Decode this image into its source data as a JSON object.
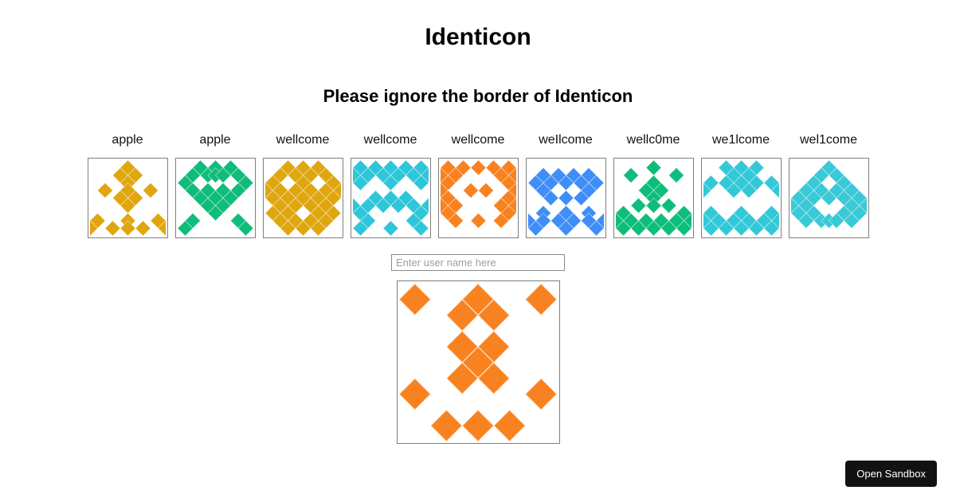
{
  "title": "Identicon",
  "subtitle": "Please ignore the border of Identicon",
  "input": {
    "placeholder": "Enter user name here"
  },
  "sandbox_button": {
    "label": "Open Sandbox"
  },
  "box_border_color": "#7f7f7f",
  "icons": [
    {
      "label": "apple",
      "color": "#DFA60F",
      "cells": [
        [
          5,
          1
        ],
        [
          4,
          2
        ],
        [
          6,
          2
        ],
        [
          5,
          3
        ],
        [
          2,
          4
        ],
        [
          8,
          4
        ],
        [
          5,
          4
        ],
        [
          4,
          5
        ],
        [
          6,
          5
        ],
        [
          5,
          6
        ],
        [
          1,
          8
        ],
        [
          9,
          8
        ],
        [
          0,
          9
        ],
        [
          10,
          9
        ],
        [
          3,
          9
        ],
        [
          5,
          8
        ],
        [
          5,
          9
        ],
        [
          7,
          9
        ]
      ]
    },
    {
      "label": "apple",
      "color": "#0FBD7A",
      "cells": [
        [
          3,
          1
        ],
        [
          5,
          1
        ],
        [
          7,
          1
        ],
        [
          2,
          2
        ],
        [
          4,
          2
        ],
        [
          5,
          2
        ],
        [
          6,
          2
        ],
        [
          8,
          2
        ],
        [
          1,
          3
        ],
        [
          9,
          3
        ],
        [
          2,
          4
        ],
        [
          4,
          4
        ],
        [
          6,
          4
        ],
        [
          8,
          4
        ],
        [
          3,
          5
        ],
        [
          5,
          5
        ],
        [
          7,
          5
        ],
        [
          4,
          6
        ],
        [
          6,
          6
        ],
        [
          5,
          7
        ],
        [
          2,
          8
        ],
        [
          1,
          9
        ],
        [
          8,
          8
        ],
        [
          9,
          9
        ]
      ]
    },
    {
      "label": "wellcome",
      "color": "#DFA60F",
      "cells": [
        [
          3,
          1
        ],
        [
          5,
          1
        ],
        [
          7,
          1
        ],
        [
          2,
          2
        ],
        [
          4,
          2
        ],
        [
          6,
          2
        ],
        [
          8,
          2
        ],
        [
          1,
          3
        ],
        [
          5,
          3
        ],
        [
          9,
          3
        ],
        [
          0,
          4
        ],
        [
          2,
          4
        ],
        [
          4,
          4
        ],
        [
          6,
          4
        ],
        [
          8,
          4
        ],
        [
          10,
          4
        ],
        [
          1,
          5
        ],
        [
          3,
          5
        ],
        [
          5,
          5
        ],
        [
          7,
          5
        ],
        [
          9,
          5
        ],
        [
          2,
          6
        ],
        [
          4,
          6
        ],
        [
          6,
          6
        ],
        [
          8,
          6
        ],
        [
          1,
          7
        ],
        [
          3,
          7
        ],
        [
          7,
          7
        ],
        [
          9,
          7
        ],
        [
          2,
          8
        ],
        [
          4,
          8
        ],
        [
          6,
          8
        ],
        [
          8,
          8
        ],
        [
          3,
          9
        ],
        [
          7,
          9
        ],
        [
          5,
          9
        ]
      ]
    },
    {
      "label": "wellcome",
      "color": "#2EC6D8",
      "cells": [
        [
          1,
          1
        ],
        [
          3,
          1
        ],
        [
          5,
          1
        ],
        [
          7,
          1
        ],
        [
          9,
          1
        ],
        [
          0,
          2
        ],
        [
          2,
          2
        ],
        [
          4,
          2
        ],
        [
          6,
          2
        ],
        [
          8,
          2
        ],
        [
          10,
          2
        ],
        [
          1,
          3
        ],
        [
          5,
          3
        ],
        [
          9,
          3
        ],
        [
          3,
          5
        ],
        [
          5,
          5
        ],
        [
          7,
          5
        ],
        [
          0,
          6
        ],
        [
          2,
          6
        ],
        [
          4,
          6
        ],
        [
          6,
          6
        ],
        [
          8,
          6
        ],
        [
          10,
          6
        ],
        [
          1,
          7
        ],
        [
          9,
          7
        ],
        [
          2,
          8
        ],
        [
          8,
          8
        ],
        [
          1,
          9
        ],
        [
          5,
          9
        ],
        [
          9,
          9
        ]
      ]
    },
    {
      "label": "wellcome",
      "color": "#F8821F",
      "cells": [
        [
          1,
          1
        ],
        [
          3,
          1
        ],
        [
          5,
          1
        ],
        [
          7,
          1
        ],
        [
          9,
          1
        ],
        [
          0,
          2
        ],
        [
          2,
          2
        ],
        [
          8,
          2
        ],
        [
          10,
          2
        ],
        [
          1,
          3
        ],
        [
          9,
          3
        ],
        [
          0,
          4
        ],
        [
          4,
          4
        ],
        [
          6,
          4
        ],
        [
          10,
          4
        ],
        [
          1,
          5
        ],
        [
          9,
          5
        ],
        [
          0,
          6
        ],
        [
          2,
          6
        ],
        [
          8,
          6
        ],
        [
          10,
          6
        ],
        [
          1,
          7
        ],
        [
          9,
          7
        ],
        [
          2,
          8
        ],
        [
          8,
          8
        ],
        [
          5,
          8
        ]
      ]
    },
    {
      "label": "weIlcome",
      "color": "#3F8EF8",
      "cells": [
        [
          2,
          2
        ],
        [
          4,
          2
        ],
        [
          6,
          2
        ],
        [
          8,
          2
        ],
        [
          1,
          3
        ],
        [
          3,
          3
        ],
        [
          5,
          3
        ],
        [
          7,
          3
        ],
        [
          9,
          3
        ],
        [
          2,
          4
        ],
        [
          8,
          4
        ],
        [
          3,
          5
        ],
        [
          5,
          5
        ],
        [
          7,
          5
        ],
        [
          2,
          7
        ],
        [
          5,
          7
        ],
        [
          8,
          7
        ],
        [
          0,
          8
        ],
        [
          2,
          8
        ],
        [
          4,
          8
        ],
        [
          6,
          8
        ],
        [
          8,
          8
        ],
        [
          10,
          8
        ],
        [
          1,
          9
        ],
        [
          5,
          9
        ],
        [
          9,
          9
        ]
      ]
    },
    {
      "label": "wellc0me",
      "color": "#0FBD7A",
      "cells": [
        [
          5,
          1
        ],
        [
          2,
          2
        ],
        [
          8,
          2
        ],
        [
          5,
          3
        ],
        [
          4,
          4
        ],
        [
          6,
          4
        ],
        [
          5,
          5
        ],
        [
          3,
          6
        ],
        [
          7,
          6
        ],
        [
          5,
          6
        ],
        [
          1,
          7
        ],
        [
          9,
          7
        ],
        [
          0,
          8
        ],
        [
          2,
          8
        ],
        [
          4,
          8
        ],
        [
          6,
          8
        ],
        [
          8,
          8
        ],
        [
          10,
          8
        ],
        [
          1,
          9
        ],
        [
          3,
          9
        ],
        [
          5,
          9
        ],
        [
          7,
          9
        ],
        [
          9,
          9
        ]
      ]
    },
    {
      "label": "we1lcome",
      "color": "#33C8D8",
      "cells": [
        [
          3,
          1
        ],
        [
          5,
          1
        ],
        [
          7,
          1
        ],
        [
          4,
          2
        ],
        [
          6,
          2
        ],
        [
          1,
          3
        ],
        [
          3,
          3
        ],
        [
          5,
          3
        ],
        [
          7,
          3
        ],
        [
          9,
          3
        ],
        [
          0,
          4
        ],
        [
          4,
          4
        ],
        [
          6,
          4
        ],
        [
          10,
          4
        ],
        [
          1,
          7
        ],
        [
          5,
          7
        ],
        [
          9,
          7
        ],
        [
          0,
          8
        ],
        [
          2,
          8
        ],
        [
          4,
          8
        ],
        [
          6,
          8
        ],
        [
          8,
          8
        ],
        [
          10,
          8
        ],
        [
          1,
          9
        ],
        [
          3,
          9
        ],
        [
          5,
          9
        ],
        [
          7,
          9
        ],
        [
          9,
          9
        ]
      ]
    },
    {
      "label": "wel1come",
      "color": "#3AC9D6",
      "cells": [
        [
          5,
          1
        ],
        [
          4,
          2
        ],
        [
          6,
          2
        ],
        [
          3,
          3
        ],
        [
          7,
          3
        ],
        [
          2,
          4
        ],
        [
          4,
          4
        ],
        [
          6,
          4
        ],
        [
          8,
          4
        ],
        [
          1,
          5
        ],
        [
          3,
          5
        ],
        [
          5,
          5
        ],
        [
          7,
          5
        ],
        [
          9,
          5
        ],
        [
          0,
          6
        ],
        [
          2,
          6
        ],
        [
          8,
          6
        ],
        [
          10,
          6
        ],
        [
          1,
          7
        ],
        [
          3,
          7
        ],
        [
          7,
          7
        ],
        [
          9,
          7
        ],
        [
          2,
          8
        ],
        [
          4,
          8
        ],
        [
          5,
          8
        ],
        [
          6,
          8
        ],
        [
          8,
          8
        ]
      ]
    }
  ],
  "result_icon": {
    "color": "#F8821F",
    "cells": [
      [
        1,
        1
      ],
      [
        9,
        1
      ],
      [
        5,
        1
      ],
      [
        4,
        2
      ],
      [
        6,
        2
      ],
      [
        4,
        4
      ],
      [
        6,
        4
      ],
      [
        5,
        5
      ],
      [
        4,
        6
      ],
      [
        6,
        6
      ],
      [
        1,
        7
      ],
      [
        9,
        7
      ],
      [
        3,
        9
      ],
      [
        5,
        9
      ],
      [
        7,
        9
      ]
    ]
  }
}
